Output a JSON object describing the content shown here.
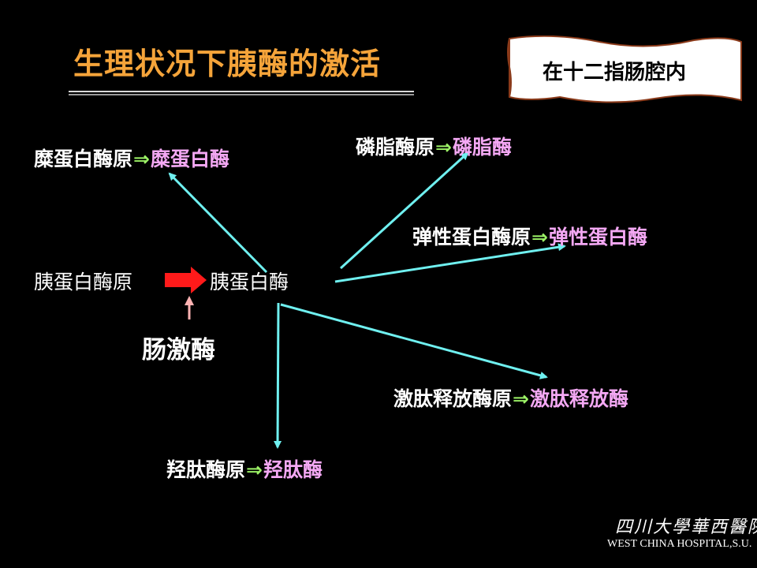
{
  "slide": {
    "title": "生理状况下胰酶的激活",
    "location_note": "在十二指肠腔内"
  },
  "center": {
    "precursor": "胰蛋白酶原",
    "product": "胰蛋白酶",
    "activator": "肠激酶"
  },
  "reactions": {
    "chymo": {
      "proenzyme": "糜蛋白酶原",
      "arrow": "⇒",
      "enzyme": "糜蛋白酶"
    },
    "phospho": {
      "proenzyme": "磷脂酶原",
      "arrow": "⇒",
      "enzyme": "磷脂酶"
    },
    "elastase": {
      "proenzyme": "弹性蛋白酶原",
      "arrow": "⇒",
      "enzyme": "弹性蛋白酶"
    },
    "kallikrein": {
      "proenzyme": "激肽释放酶原",
      "arrow": "⇒",
      "enzyme": "激肽释放酶"
    },
    "carboxy": {
      "proenzyme": "羟肽酶原",
      "arrow": "⇒",
      "enzyme": "羟肽酶"
    }
  },
  "colors": {
    "background": "#000000",
    "title": "#f5a43a",
    "enzyme": "#f4a8f4",
    "double_arrow": "#9cf266",
    "flow_arrow": "#6ff0f0",
    "activation_arrow": "#ff1a1a",
    "activator_arrow": "#ffb3b3"
  },
  "logo": {
    "name_cn": "四川大學華西醫院",
    "name_en": "WEST CHINA HOSPITAL,S.U."
  }
}
